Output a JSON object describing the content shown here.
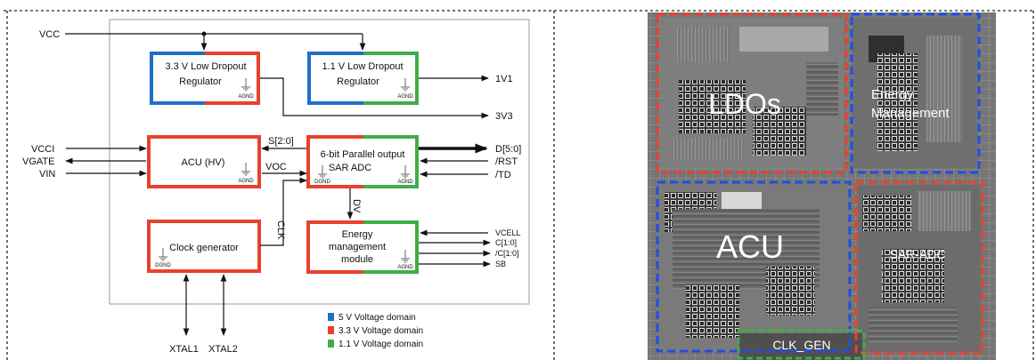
{
  "block_diagram": {
    "blocks": {
      "ldo33": {
        "line1": "3.3 V Low Dropout",
        "line2": "Regulator",
        "gnd": "AGND"
      },
      "ldo11": {
        "line1": "1.1 V Low Dropout",
        "line2": "Regulator",
        "gnd": "AGND"
      },
      "acu": {
        "label": "ACU (HV)",
        "gnd": "AGND"
      },
      "sar": {
        "line1": "6-bit Parallel output",
        "line2": "SAR ADC",
        "gnd_left": "DGND",
        "gnd_right": "AGND"
      },
      "clock": {
        "label": "Clock generator",
        "gnd": "DGND"
      },
      "energy": {
        "line1": "Energy",
        "line2": "management",
        "line3": "module",
        "gnd": "AGND"
      }
    },
    "signals": {
      "vcc": "VCC",
      "v1v1": "1V1",
      "v3v3": "3V3",
      "vcci": "VCCI",
      "vgate": "VGATE",
      "vin": "VIN",
      "s20": "S[2:0]",
      "voc": "VOC",
      "clk": "CLK",
      "dv": "DV",
      "d50": "D[5:0]",
      "rst": "/RST",
      "td": "/TD",
      "vcell": "VCELL",
      "c10": "C[1:0]",
      "nc10": "/C[1:0]",
      "sb": "SB",
      "xtal1": "XTAL1",
      "xtal2": "XTAL2"
    },
    "legend": [
      {
        "label": "5 V Voltage domain",
        "color": "#1f6fc5"
      },
      {
        "label": "3.3 V Voltage domain",
        "color": "#e8412c"
      },
      {
        "label": "1.1 V Voltage domain",
        "color": "#3fae49"
      }
    ]
  },
  "layout_photo": {
    "regions": [
      {
        "label": "LDOs",
        "color": "#e8412c"
      },
      {
        "label": "Energy Management",
        "line1": "Energy",
        "line2": "Management",
        "color": "#1f4fe0"
      },
      {
        "label": "ACU",
        "color": "#1f4fe0"
      },
      {
        "label": "SAR-ADC",
        "color": "#e8412c"
      },
      {
        "label": "CLK_GEN",
        "color": "#3fae49"
      }
    ]
  },
  "colors": {
    "blue": "#1f6fc5",
    "red": "#e8412c",
    "green": "#3fae49",
    "chip_blue": "#1f4fe0"
  }
}
